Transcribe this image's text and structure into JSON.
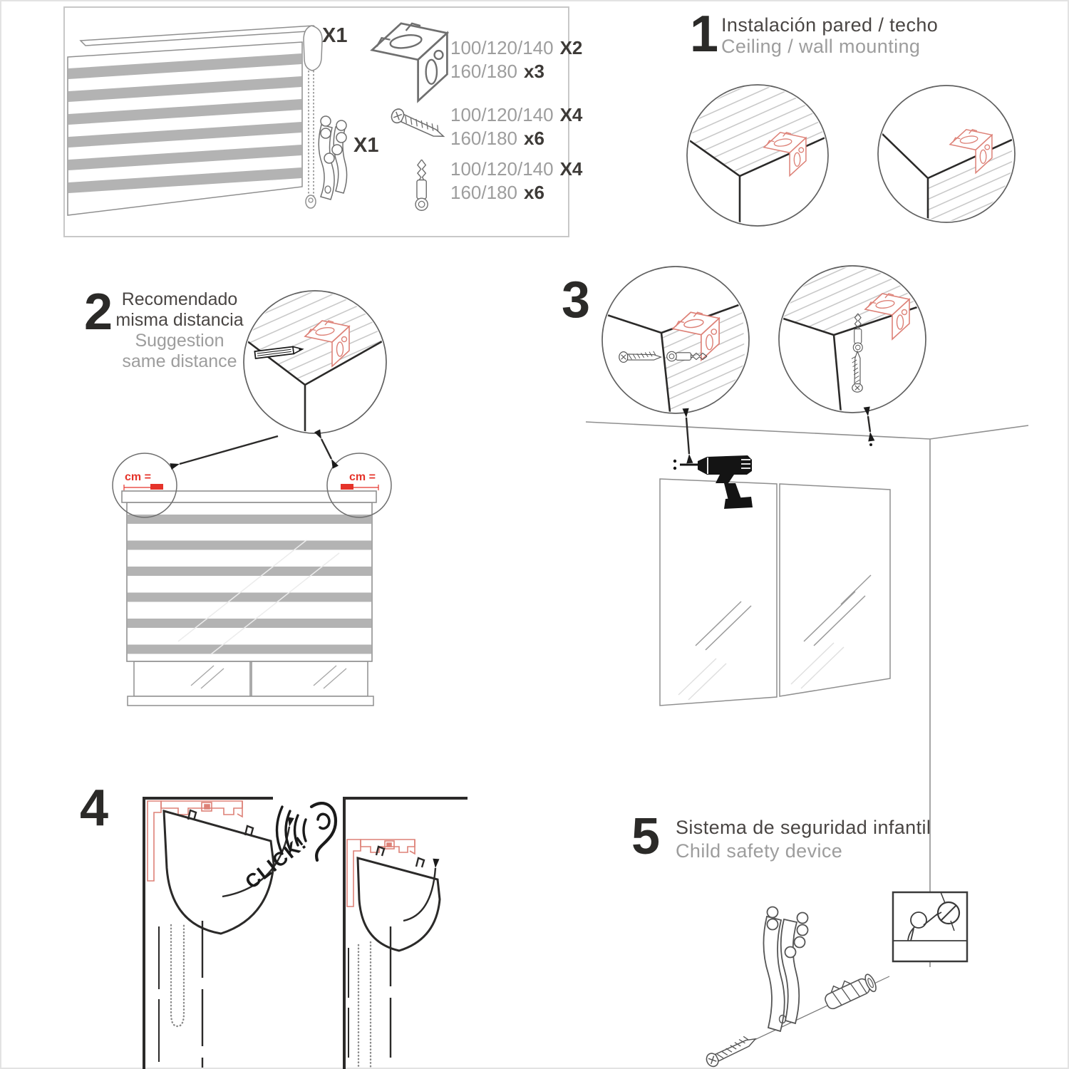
{
  "document": {
    "type": "roller-blind installation instructions sheet"
  },
  "colors": {
    "accent_red": "#e5332a",
    "bracket_red": "#dd8177",
    "stripe_gray": "#b3b3b3",
    "hatch_gray": "#c9c9c9",
    "text_dark": "#4a4644",
    "text_gray": "#9d9d9d",
    "line_dark": "#2b2a29",
    "line_gray": "#8f8f8f",
    "box_border": "#c8c8c8"
  },
  "parts_box": {
    "blind_qty": "X1",
    "tensioner_qty": "X1",
    "bracket_rows": [
      {
        "sizes": "100/120/140",
        "qty": "X2"
      },
      {
        "sizes": "160/180",
        "qty": "x3"
      }
    ],
    "screw_rows": [
      {
        "sizes": "100/120/140",
        "qty": "X4"
      },
      {
        "sizes": "160/180",
        "qty": "x6"
      }
    ],
    "plug_rows": [
      {
        "sizes": "100/120/140",
        "qty": "X4"
      },
      {
        "sizes": "160/180",
        "qty": "x6"
      }
    ]
  },
  "steps": {
    "step1": {
      "number": "1",
      "title_es": "Instalación pared / techo",
      "title_en": "Ceiling / wall mounting"
    },
    "step2": {
      "number": "2",
      "line1_es": "Recomendado",
      "line2_es": "misma distancia",
      "line1_en": "Suggestion",
      "line2_en": "same distance",
      "cm_label": "cm ="
    },
    "step3": {
      "number": "3"
    },
    "step4": {
      "number": "4",
      "click_label": "CLICK!"
    },
    "step5": {
      "number": "5",
      "title_es": "Sistema de seguridad infantil",
      "title_en": "Child safety device"
    }
  }
}
